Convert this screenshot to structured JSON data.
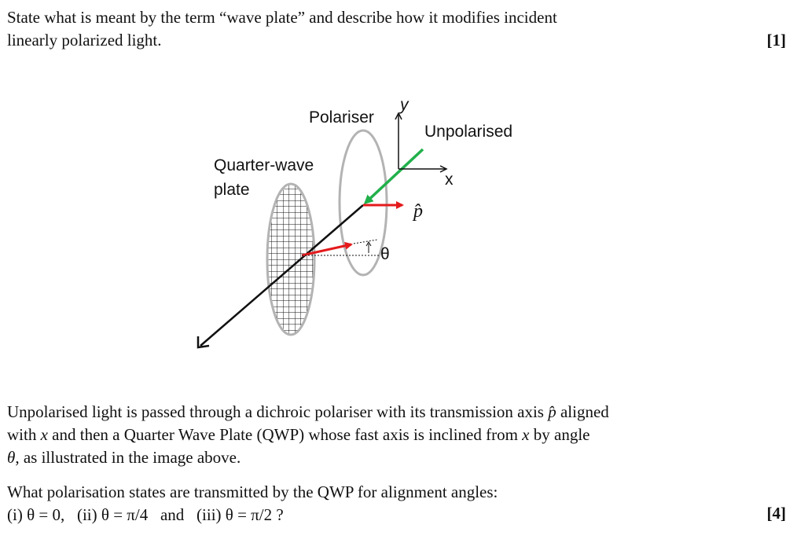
{
  "question1": {
    "line1": "State what is meant by the term “wave plate” and describe how it modifies incident",
    "line2": "linearly polarized light.",
    "marks": "[1]"
  },
  "figure": {
    "label_polariser": "Polariser",
    "label_unpolarised": "Unpolarised",
    "label_qwp_line1": "Quarter-wave",
    "label_qwp_line2": "plate",
    "axis_y": "y",
    "axis_x": "x",
    "label_p": "p̂",
    "label_theta": "θ",
    "colors": {
      "green": "#22b04b",
      "red": "#e41a1c",
      "grey": "#b3b3b3",
      "black": "#111111"
    }
  },
  "description": {
    "line1_a": "Unpolarised light is passed through a dichroic polariser with its transmission axis ",
    "p_symbol": "p̂",
    "line1_b": " aligned",
    "line2_a": "with ",
    "x_symbol": "x",
    "line2_b": " and then a Quarter Wave Plate (QWP) whose fast axis is inclined from ",
    "x_symbol2": "x",
    "line2_c": " by angle",
    "theta_symbol": "θ",
    "line3": ", as illustrated in the image above."
  },
  "question2": {
    "line1": "What polarisation states are transmitted by the QWP for alignment angles:",
    "line2": "(i) θ = 0,   (ii) θ = π/4   and   (iii) θ = π/2 ?",
    "marks": "[4]"
  }
}
